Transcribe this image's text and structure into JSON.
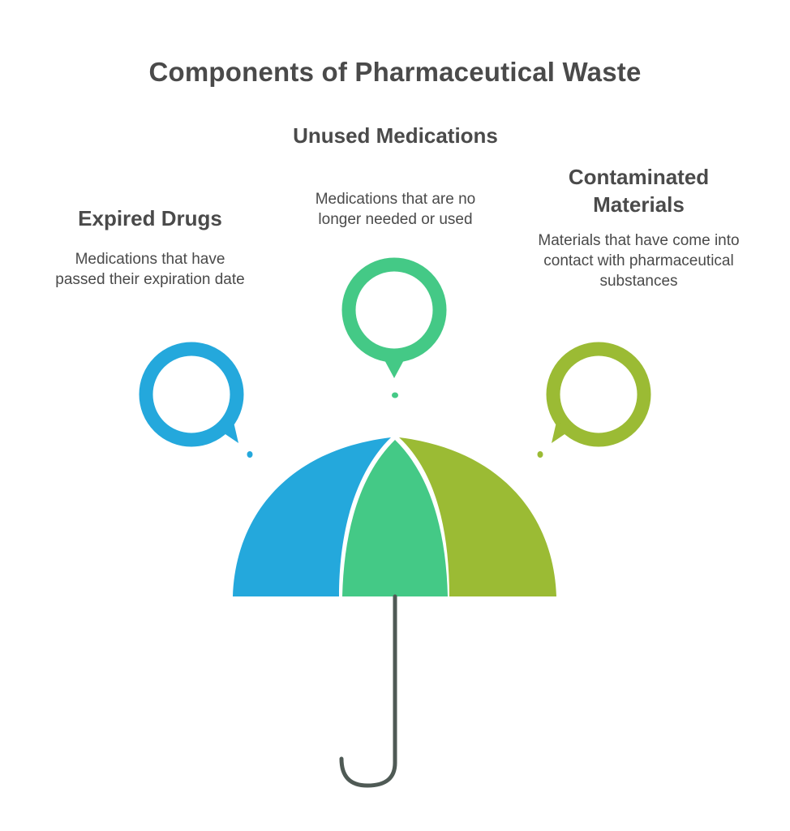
{
  "title": "Components of Pharmaceutical Waste",
  "categories": [
    {
      "heading": "Expired Drugs",
      "description": "Medications that have passed their expiration date",
      "color": "#24a8dc"
    },
    {
      "heading": "Unused Medications",
      "description": "Medications that are no longer needed or used",
      "color": "#44c986"
    },
    {
      "heading": "Contaminated Materials",
      "description": "Materials that have come into contact with pharmaceutical substances",
      "color": "#9bbb34"
    }
  ],
  "handle_color": "#4f5a55"
}
